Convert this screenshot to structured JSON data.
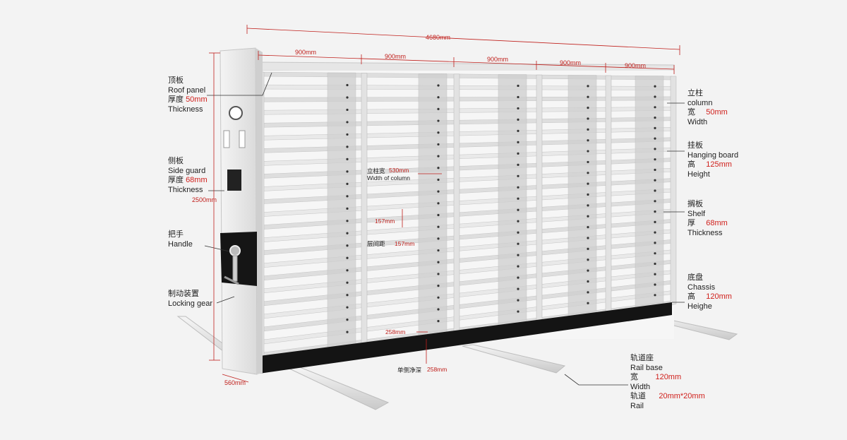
{
  "dims": {
    "total_width": "4680mm",
    "bay_widths": [
      "900mm",
      "900mm",
      "900mm",
      "900mm",
      "900mm"
    ],
    "height": "2500mm",
    "depth": "560mm",
    "column_width_value": "530mm",
    "shelf_gap_value": "157mm",
    "shelf_depth_value": "258mm"
  },
  "labels": {
    "roof": {
      "cn": "顶板",
      "en": "Roof panel",
      "cn2": "厚度",
      "val": "50mm",
      "en2": "Thickness"
    },
    "side": {
      "cn": "侧板",
      "en": "Side guard",
      "cn2": "厚度",
      "val": "68mm",
      "en2": "Thickness"
    },
    "handle": {
      "cn": "把手",
      "en": "Handle"
    },
    "lock": {
      "cn": "制动装置",
      "en": "Locking gear"
    },
    "column": {
      "cn": "立柱",
      "en": "column",
      "cn2": "宽",
      "val": "50mm",
      "en2": "Width"
    },
    "hanging": {
      "cn": "挂板",
      "en": "Hanging board",
      "cn2": "高",
      "val": "125mm",
      "en2": "Height"
    },
    "shelf": {
      "cn": "搁板",
      "en": "Shelf",
      "cn2": "厚",
      "val": "68mm",
      "en2": "Thickness"
    },
    "chassis": {
      "cn": "底盘",
      "en": "Chassis",
      "cn2": "高",
      "val": "120mm",
      "en2": "Heighe"
    },
    "rail": {
      "cn": "轨道座",
      "en": "Rail base",
      "cn2": "宽",
      "val": "120mm",
      "en2": "Width",
      "cn3": "轨道",
      "val2": "20mm*20mm",
      "en3": "Rail"
    }
  },
  "inner": {
    "col_cn": "立柱宽",
    "col_en": "Width of column",
    "gap_cn": "层间距",
    "depth_cn": "单侧净深"
  },
  "colors": {
    "dimension": "#c0201c",
    "frame": "#dcdcdc",
    "chassis": "#141414"
  }
}
